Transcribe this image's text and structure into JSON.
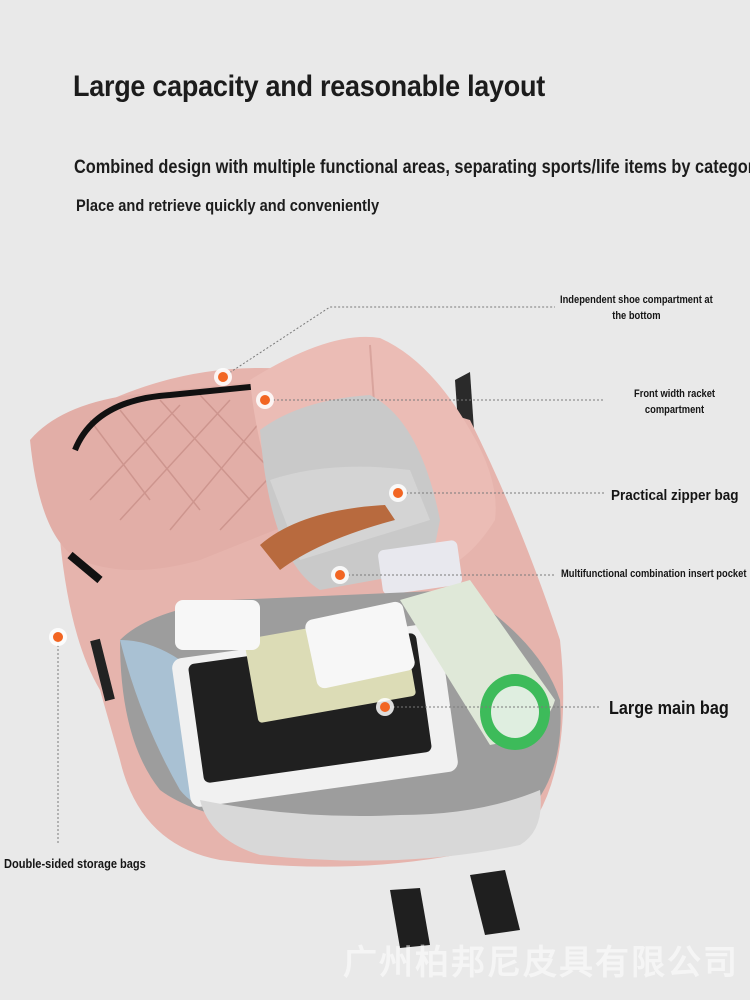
{
  "header": {
    "title": "Large capacity and reasonable layout",
    "subtitle_line1": "Combined design with multiple functional areas, separating sports/life items by category",
    "subtitle_line2": "Place and retrieve quickly and conveniently"
  },
  "callouts": {
    "shoe_compartment_line1": "Independent shoe compartment at",
    "shoe_compartment_line2": "the bottom",
    "racket_compartment_line1": "Front width racket",
    "racket_compartment_line2": "compartment",
    "zipper_bag": "Practical zipper bag",
    "insert_pocket": "Multifunctional combination insert pocket",
    "main_bag": "Large main bag",
    "storage_bags": "Double-sided storage bags"
  },
  "watermark": "广州柏邦尼皮具有限公司",
  "colors": {
    "background": "#e9e9e9",
    "bag_pink": "#e9b9b2",
    "marker_orange": "#f26522",
    "bottle_green": "#3dbb5a"
  }
}
